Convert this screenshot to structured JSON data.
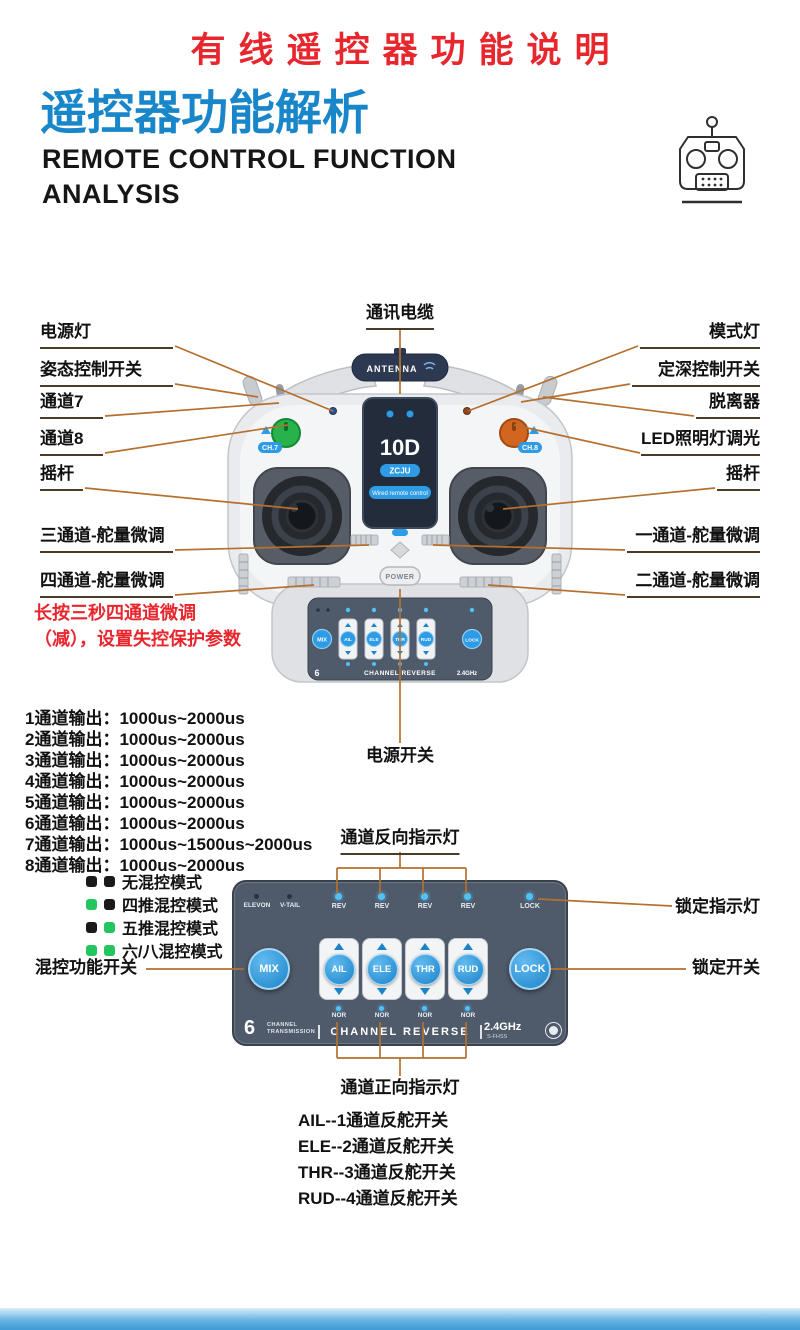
{
  "colors": {
    "title_red": "#e8262d",
    "title_blue": "#1886c9",
    "leader_line": "#b5702f",
    "panel_bg": "#4f5a6a",
    "button_blue": "#2e9be6",
    "led_on_green": "#22c55e",
    "led_off_black": "#1a1a1a",
    "knob_green": "#27b24b",
    "knob_orange": "#d2651f"
  },
  "header": {
    "banner_title": "有线遥控器功能说明",
    "main_title": "遥控器功能解析",
    "subtitle_line1": "REMOTE CONTROL FUNCTION",
    "subtitle_line2": "ANALYSIS"
  },
  "device": {
    "antenna": "ANTENNA",
    "model": "10D",
    "brand": "ZCJU",
    "screen_caption": "Wired remote control",
    "power": "POWER",
    "left_knob": "CH.7",
    "right_knob": "CH.8"
  },
  "callouts": {
    "comm_cable": "通讯电缆",
    "left": [
      "电源灯",
      "姿态控制开关",
      "通道7",
      "通道8",
      "摇杆",
      "三通道-舵量微调",
      "四通道-舵量微调"
    ],
    "right": [
      "模式灯",
      "定深控制开关",
      "脱离器",
      "LED照明灯调光",
      "摇杆",
      "一通道-舵量微调",
      "二通道-舵量微调"
    ],
    "note_line1": "长按三秒四通道微调",
    "note_line2": "（减），设置失控保护参数",
    "power_switch": "电源开关",
    "reverse_indicator": "通道反向指示灯",
    "lock_indicator": "锁定指示灯",
    "mix_switch": "混控功能开关",
    "lock_switch": "锁定开关",
    "forward_indicator": "通道正向指示灯"
  },
  "channel_outputs": [
    "1通道输出：1000us~2000us",
    "2通道输出：1000us~2000us",
    "3通道输出：1000us~2000us",
    "4通道输出：1000us~2000us",
    "5通道输出：1000us~2000us",
    "6通道输出：1000us~2000us",
    "7通道输出：1000us~1500us~2000us",
    "8通道输出：1000us~2000us"
  ],
  "modes": [
    {
      "dot1": "#1a1a1a",
      "dot2": "#1a1a1a",
      "label": "无混控模式"
    },
    {
      "dot1": "#22c55e",
      "dot2": "#1a1a1a",
      "label": "四推混控模式"
    },
    {
      "dot1": "#1a1a1a",
      "dot2": "#22c55e",
      "label": "五推混控模式"
    },
    {
      "dot1": "#22c55e",
      "dot2": "#22c55e",
      "label": "六/八混控模式"
    }
  ],
  "panel": {
    "elevon": "ELEVON",
    "vtail": "V-TAIL",
    "rev": "REV",
    "nor": "NOR",
    "lock_led": "LOCK",
    "mix": "MIX",
    "ail": "AIL",
    "ele": "ELE",
    "thr": "THR",
    "rud": "RUD",
    "lock": "LOCK",
    "six": "6",
    "channel": "CHANNEL",
    "transmission": "TRANSMISSION",
    "channel_reverse": "CHANNEL REVERSE",
    "freq": "2.4GHz",
    "fhss": "S-FHSS"
  },
  "reverse_notes": [
    "AIL--1通道反舵开关",
    "ELE--2通道反舵开关",
    "THR--3通道反舵开关",
    "RUD--4通道反舵开关"
  ]
}
